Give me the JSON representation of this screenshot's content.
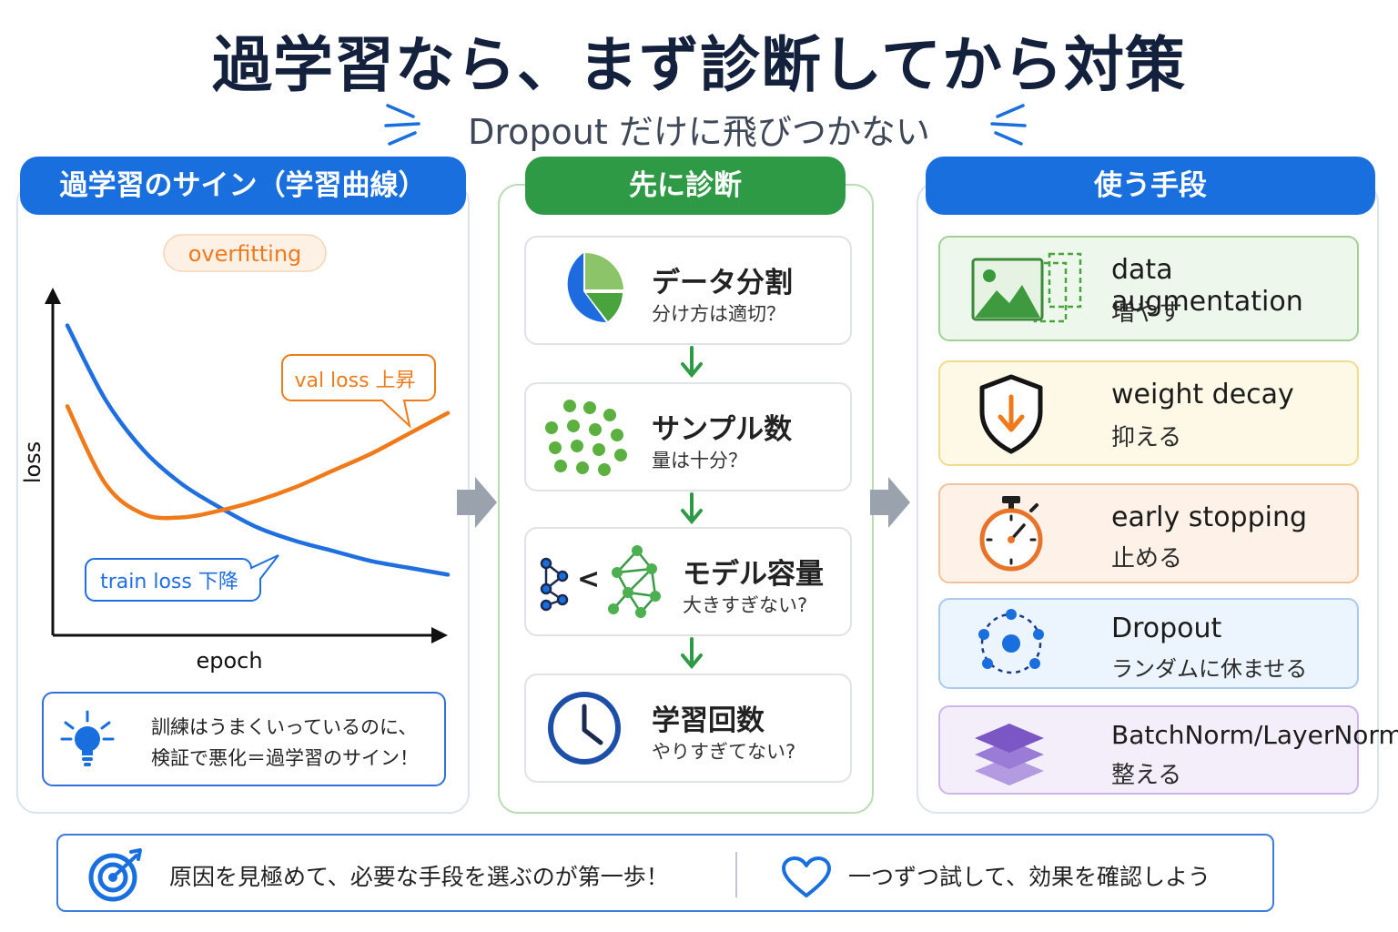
{
  "header": {
    "title": "過学習なら、まず診断してから対策",
    "subtitle": "Dropout だけに飛びつかない"
  },
  "colors": {
    "primary_blue": "#1a6fdf",
    "green": "#2f9a46",
    "orange": "#f07a1a",
    "navy": "#14213d"
  },
  "left_panel": {
    "heading": "過学習のサイン（学習曲線）",
    "chart_data": {
      "type": "line",
      "xlabel": "epoch",
      "ylabel": "loss",
      "tag": "overfitting",
      "grid": false,
      "series": [
        {
          "name": "train loss 下降",
          "color": "#1f6fe0",
          "x": [
            0,
            1,
            2,
            3,
            4,
            5,
            6,
            7,
            8,
            9,
            10
          ],
          "y": [
            0.92,
            0.7,
            0.55,
            0.45,
            0.38,
            0.32,
            0.28,
            0.25,
            0.22,
            0.2,
            0.18
          ]
        },
        {
          "name": "val loss 上昇",
          "color": "#f07a1a",
          "x": [
            0,
            1,
            2,
            3,
            4,
            5,
            6,
            7,
            8,
            9,
            10
          ],
          "y": [
            0.68,
            0.45,
            0.36,
            0.35,
            0.37,
            0.4,
            0.44,
            0.49,
            0.54,
            0.6,
            0.66
          ]
        }
      ],
      "ylim": [
        0,
        1
      ],
      "xlim": [
        0,
        10
      ]
    },
    "tip": {
      "line1": "訓練はうまくいっているのに、",
      "line2": "検証で悪化＝過学習のサイン！",
      "icon": "lightbulb-icon"
    }
  },
  "middle_panel": {
    "heading": "先に診断",
    "steps": [
      {
        "title": "データ分割",
        "sub": "分け方は適切？",
        "icon": "pie-chart-icon"
      },
      {
        "title": "サンプル数",
        "sub": "量は十分？",
        "icon": "dots-icon"
      },
      {
        "title": "モデル容量",
        "sub": "大きすぎない?",
        "icon": "network-icon",
        "symbol": "<"
      },
      {
        "title": "学習回数",
        "sub": "やりすぎてない?",
        "icon": "clock-icon"
      }
    ]
  },
  "right_panel": {
    "heading": "使う手段",
    "tools": [
      {
        "title": "data augmentation",
        "sub": "増やす",
        "icon": "image-copy-icon",
        "bg": "#eef7ec",
        "border": "#9fd197"
      },
      {
        "title": "weight decay",
        "sub": "抑える",
        "icon": "shield-down-icon",
        "bg": "#fdf9e6",
        "border": "#f0dc8c"
      },
      {
        "title": "early stopping",
        "sub": "止める",
        "icon": "stopwatch-icon",
        "bg": "#fdf1e8",
        "border": "#f3c29a"
      },
      {
        "title": "Dropout",
        "sub": "ランダムに休ませる",
        "icon": "dropout-nodes-icon",
        "bg": "#ecf4fd",
        "border": "#a9c9ef"
      },
      {
        "title": "BatchNorm/LayerNorm",
        "sub": "整える",
        "icon": "layers-icon",
        "bg": "#f4eefb",
        "border": "#cdb6ea"
      }
    ]
  },
  "footer": {
    "left_text": "原因を見極めて、必要な手段を選ぶのが第一歩！",
    "right_text": "一つずつ試して、効果を確認しよう",
    "left_icon": "target-icon",
    "right_icon": "heart-icon"
  }
}
